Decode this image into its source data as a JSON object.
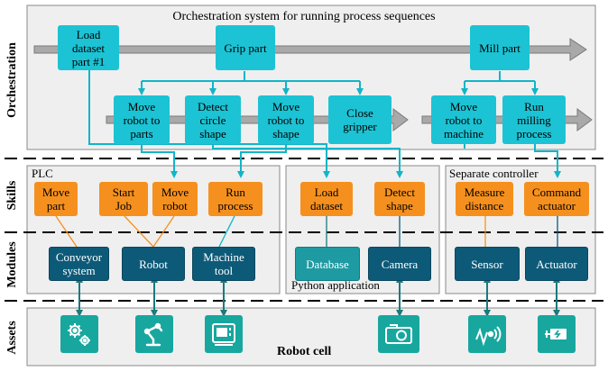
{
  "layers": {
    "orchestration": "Orchestration",
    "skills": "Skills",
    "modules": "Modules",
    "assets": "Assets"
  },
  "orchestration": {
    "title": "Orchestration system for running process sequences",
    "top_steps": [
      "Load\ndataset\npart #1",
      "Grip part",
      "Mill part"
    ],
    "sub_steps": [
      "Move\nrobot to\nparts",
      "Detect\ncircle\nshape",
      "Move\nrobot to\nshape",
      "Close\ngripper",
      "Move\nrobot to\nmachine",
      "Run\nmilling\nprocess"
    ]
  },
  "plc": {
    "label": "PLC",
    "skills": [
      "Move\npart",
      "Start\nJob",
      "Move\nrobot",
      "Run\nprocess"
    ],
    "modules": [
      "Conveyor\nsystem",
      "Robot",
      "Machine\ntool"
    ]
  },
  "python_app": {
    "label": "Python application",
    "skills": [
      "Load\ndataset",
      "Detect\nshape"
    ],
    "modules": [
      "Database",
      "Camera"
    ]
  },
  "separate_controller": {
    "label": "Separate controller",
    "skills": [
      "Measure\ndistance",
      "Command\nactuator"
    ],
    "modules": [
      "Sensor",
      "Actuator"
    ]
  },
  "assets": {
    "label": "Robot cell",
    "icons": [
      "gears-icon",
      "robot-arm-icon",
      "machine-tool-icon",
      "camera-icon",
      "sensor-icon",
      "actuator-icon"
    ]
  },
  "colors": {
    "step": "#1cc3d4",
    "skill": "#f5901e",
    "module": "#0d5a78",
    "python_module": "#1e9aa2",
    "asset": "#18a79e",
    "connector": "#10b5c8",
    "link": "#1a7a7c"
  }
}
